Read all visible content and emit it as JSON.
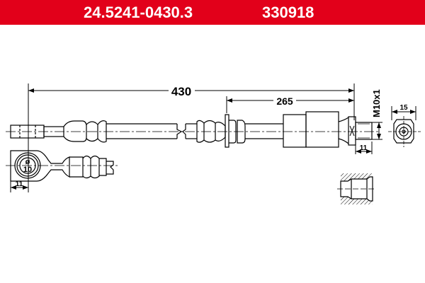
{
  "header": {
    "part_number": "24.5241-0430.3",
    "ref_number": "330918",
    "color": "#e2001a"
  },
  "dimensions": {
    "total_length": "430",
    "partial_length": "265",
    "thread": "M10x1",
    "thread_length": "11",
    "fitting_width": "15",
    "banjo_offset": "11",
    "banjo_bore": "ø\n10"
  },
  "banjo_bore_symbol": "ø",
  "banjo_bore_value": "10"
}
